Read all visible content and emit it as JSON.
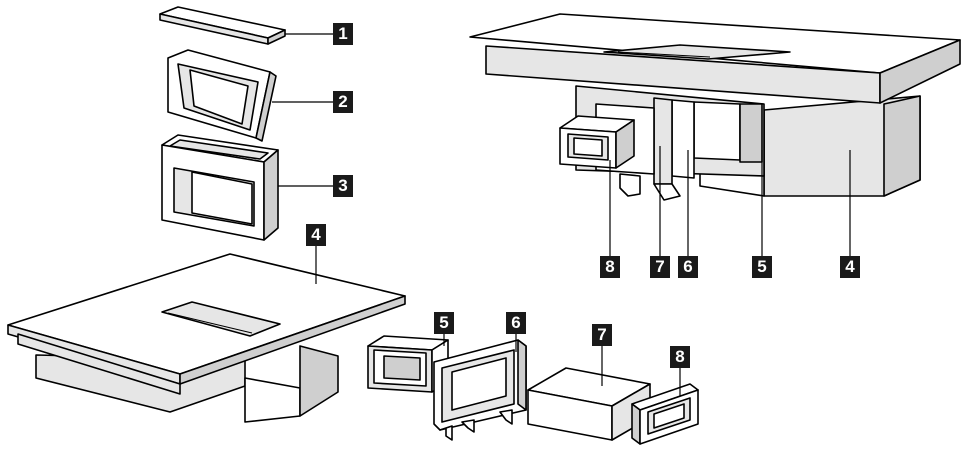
{
  "callouts": {
    "c1": "1",
    "c2": "2",
    "c3": "3",
    "c4_left": "4",
    "c5_left": "5",
    "c6_left": "6",
    "c7_left": "7",
    "c8_left": "8",
    "c8_right": "8",
    "c7_right": "7",
    "c6_right": "6",
    "c5_right": "5",
    "c4_right": "4"
  }
}
